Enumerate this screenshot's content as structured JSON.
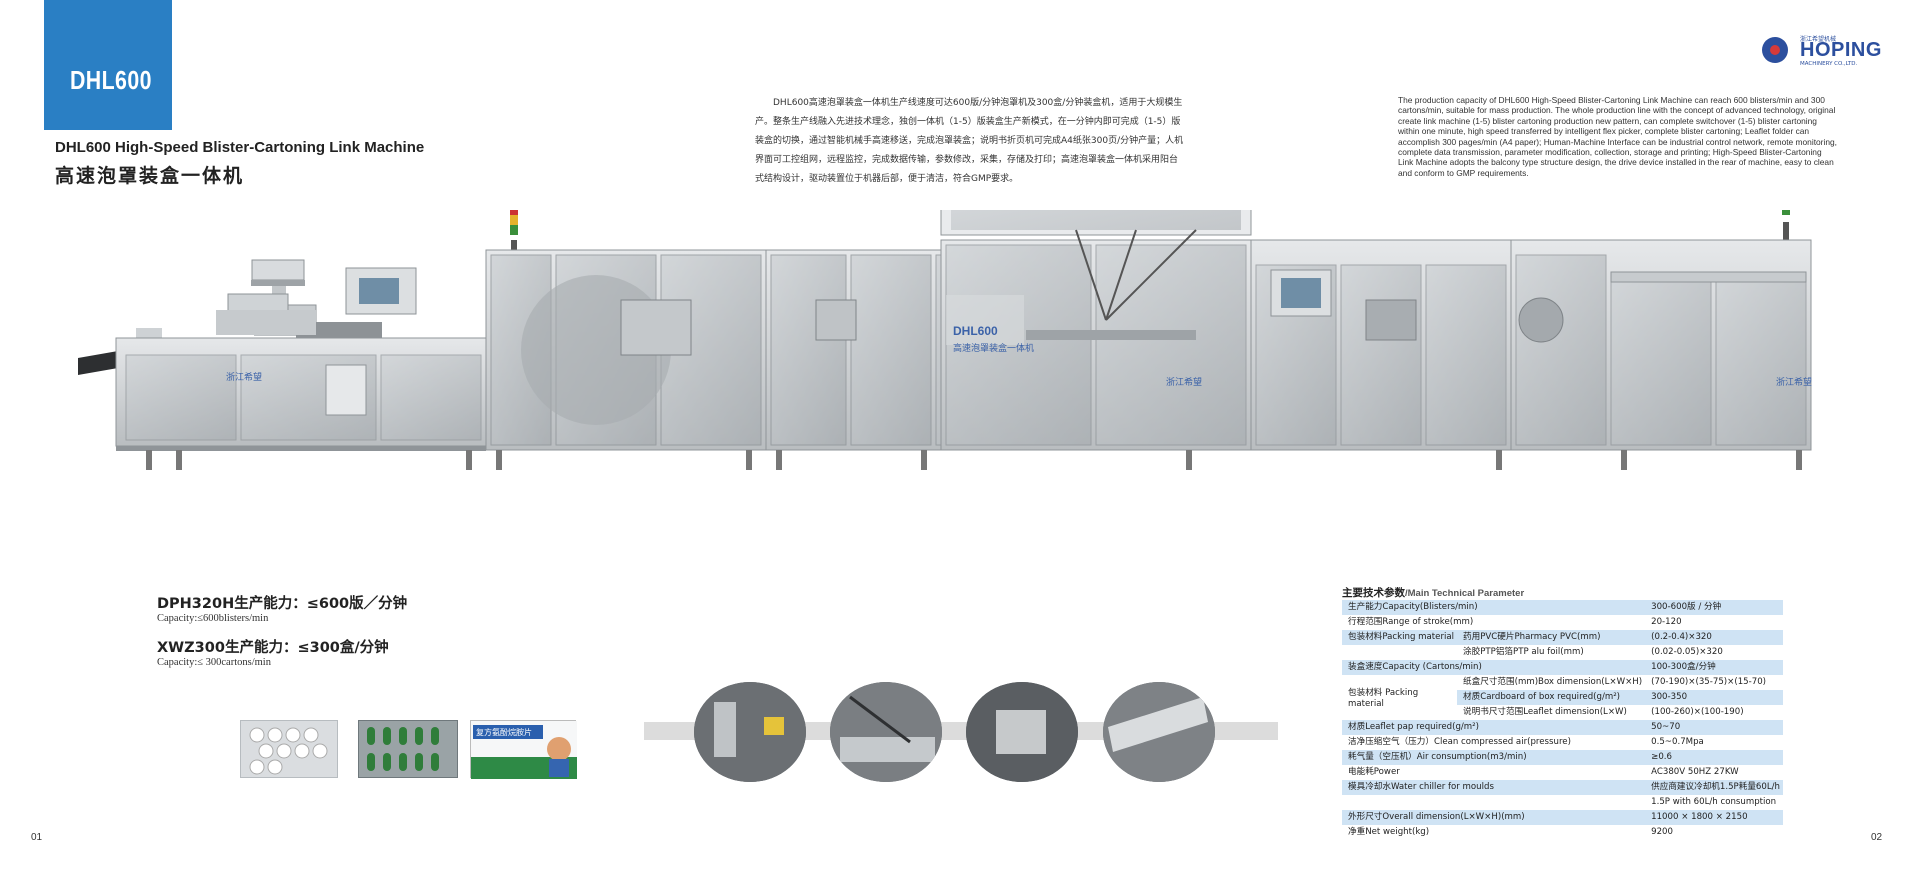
{
  "header": {
    "model": "DHL600",
    "title_en": "DHL600 High-Speed Blister-Cartoning Link Machine",
    "title_cn": "高速泡罩装盒一体机",
    "desc_cn": "DHL600高速泡罩装盒一体机生产线速度可达600版/分钟泡罩机及300盒/分钟装盒机，适用于大规模生产。整条生产线融入先进技术理念，独创一体机（1-5）版装盒生产新模式，在一分钟内即可完成（1-5）版装盒的切换，通过智能机械手高速移送，完成泡罩装盒；说明书折页机可完成A4纸张300页/分钟产量；人机界面可工控组网，远程监控，完成数据传输，参数修改，采集，存储及打印；高速泡罩装盒一体机采用阳台式结构设计，驱动装置位于机器后部，便于清洁，符合GMP要求。",
    "desc_en": "The production capacity of DHL600 High-Speed Blister-Cartoning Link Machine can reach 600 blisters/min and 300 cartons/min, suitable for mass production. The whole production line with the concept of advanced technology, original create link machine (1-5) blister cartoning production new pattern, can complete switchover (1-5) blister cartoning within one minute, high speed transferred by intelligent flex picker, complete blister cartoning; Leaflet folder can accomplish 300 pages/min (A4 paper); Human-Machine Interface can be industrial control network, remote monitoring, complete data transmission, parameter modification, collection, storage and printing; High-Speed Blister-Cartoning Link Machine adopts the balcony type structure design, the drive device installed in the rear of machine, easy to clean and conform to GMP requirements."
  },
  "logo": {
    "cn": "浙江希望机械",
    "en": "HOPING",
    "sub": "MACHINERY CO.,LTD."
  },
  "machine": {
    "label_model": "DHL600",
    "label_cn": "高速泡罩装盒一体机",
    "brand_badge": "浙江希望"
  },
  "capacity": {
    "dph_title": "DPH320H生产能力：≤600版／分钟",
    "dph_sub": "Capacity:≤600blisters/min",
    "xwz_title": "XWZ300生产能力：≤300盒/分钟",
    "xwz_sub": "Capacity:≤ 300cartons/min"
  },
  "products": {
    "carton_text": "复方氨酚烷胺片"
  },
  "tech": {
    "title_cn": "主要技术参数",
    "title_en": "/Main Technical Parameter",
    "rows": {
      "r1_label": "生产能力Capacity(Blisters/min)",
      "r1_value": "300-600版 / 分钟",
      "r2_label": "行程范围Range of stroke(mm)",
      "r2_value": "20-120",
      "r3_label": "包装材料Packing material",
      "r3a_sub": "药用PVC硬片Pharmacy PVC(mm)",
      "r3a_value": "(0.2-0.4)×320",
      "r3b_sub": "涂胶PTP铝箔PTP alu foil(mm)",
      "r3b_value": "(0.02-0.05)×320",
      "r4_label": "装盒速度Capacity (Cartons/min)",
      "r4_value": "100-300盒/分钟",
      "r5_label": "包装材料 Packing material",
      "r5a_sub": "纸盒尺寸范围(mm)Box dimension(L×W×H)",
      "r5a_value": "(70-190)×(35-75)×(15-70)",
      "r5b_sub": "材质Cardboard of box required(g/m²)",
      "r5b_value": "300-350",
      "r5c_sub": "说明书尺寸范围Leaflet dimension(L×W)",
      "r5c_value": "(100-260)×(100-190)",
      "r6_label": "材质Leaflet pap required(g/m²)",
      "r6_value": "50~70",
      "r7_label": "洁净压缩空气（压力）Clean compressed air(pressure)",
      "r7_value": "0.5~0.7Mpa",
      "r8_label": "耗气量（空压机）Air consumption(m3/min)",
      "r8_value": "≥0.6",
      "r9_label": "电能耗Power",
      "r9_value": "AC380V 50HZ 27KW",
      "r10_label": "模具冷却水Water chiller for moulds",
      "r10_value": "供应商建议冷却机1.5P耗量60L/h",
      "r10b_value": "1.5P with 60L/h consumption",
      "r11_label": "外形尺寸Overall dimension(L×W×H)(mm)",
      "r11_value": "11000 × 1800 × 2150",
      "r12_label": "净重Net weight(kg)",
      "r12_value": "9200"
    }
  },
  "page": {
    "left": "01",
    "right": "02"
  }
}
